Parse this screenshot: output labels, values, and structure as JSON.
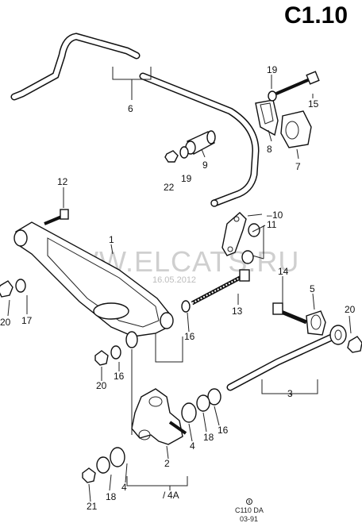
{
  "diagram": {
    "code": "C1.10",
    "watermark": "WWW.ELCATS.RU",
    "watermark_date": "16.05.2012",
    "footer": {
      "ref": "C110 DA",
      "date": "03-91"
    },
    "labels": {
      "p1": "1",
      "p2": "2",
      "p3": "3",
      "p4a": "4",
      "p4b": "4",
      "p4A": "4A",
      "p5": "5",
      "p6": "6",
      "p7": "7",
      "p8": "8",
      "p9": "9",
      "p10": "10",
      "p11": "11",
      "p12": "12",
      "p13": "13",
      "p14": "14",
      "p15": "15",
      "p16a": "16",
      "p16b": "16",
      "p16c": "16",
      "p17": "17",
      "p18a": "18",
      "p18b": "18",
      "p19a": "19",
      "p19b": "19",
      "p20a": "20",
      "p20b": "20",
      "p20c": "20",
      "p21": "21",
      "p22": "22"
    }
  }
}
